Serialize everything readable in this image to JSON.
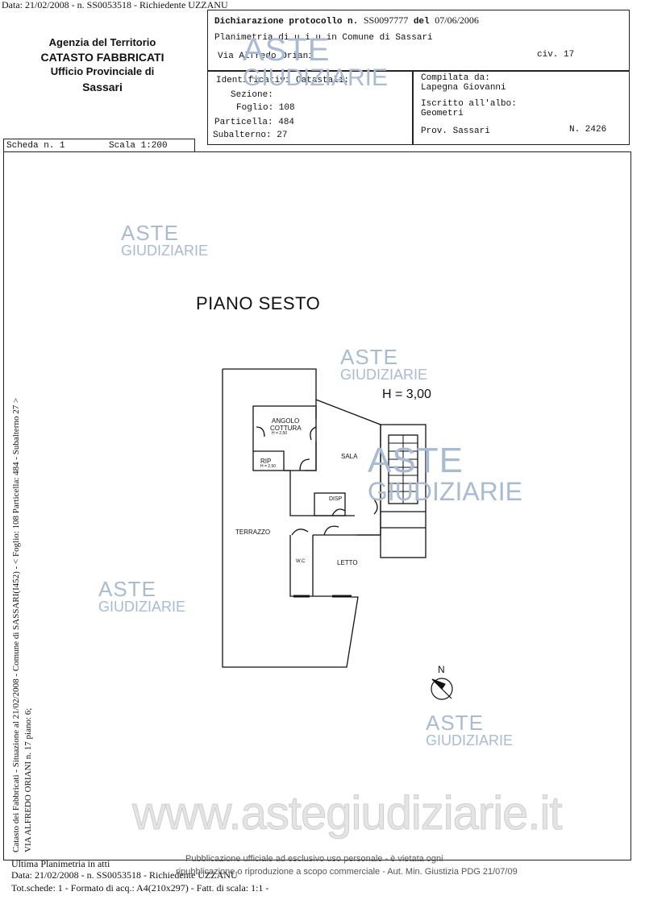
{
  "header_line": "Data: 21/02/2008 -  n. SS0053518 - Richiedente UZZANU",
  "agency": {
    "line1": "Agenzia del Territorio",
    "line2": "CATASTO FABBRICATI",
    "line3": "Ufficio Provinciale di",
    "line4": "Sassari"
  },
  "declaration": {
    "label": "Dichiarazione protocollo n.",
    "number": "SS0097777",
    "del": "del",
    "date": "07/06/2006",
    "planimetria": "Planimetria di u.i.u.in Comune di Sassari",
    "address": "Via Alfredo Oriani",
    "civ": "civ. 17"
  },
  "identifiers": {
    "title": "Identificativi Catastali:",
    "sezione": "Sezione:",
    "foglio": "Foglio: 108",
    "particella": "Particella: 484",
    "subalterno": "Subalterno: 27"
  },
  "compiler": {
    "compilata": "Compilata da:",
    "name": "Lapegna Giovanni",
    "iscritto": "Iscritto all'albo:",
    "albo": "Geometri",
    "prov": "Prov. Sassari",
    "n": "N.  2426"
  },
  "scheda": {
    "label": "Scheda n. 1",
    "scala": "Scala 1:200"
  },
  "plan": {
    "title": "PIANO SESTO",
    "height": "H = 3,00",
    "rooms": {
      "angolo": "ANGOLO",
      "cottura": "COTTURA",
      "cottura_h": "H = 2,50",
      "rip": "RIP",
      "rip_h": "H = 2,50",
      "sala": "SALA",
      "disp": "DISP",
      "terrazzo": "TERRAZZO",
      "wc": "W.C",
      "letto": "LETTO"
    },
    "north": "N"
  },
  "watermark": {
    "aste": "ASTE",
    "giudiziarie": "GIUDIZIARIE",
    "site": "www.astegiudiziarie.it"
  },
  "side_text": {
    "line1": "Catasto dei Fabbricati - Situazione al 21/02/2008 - Comune di SASSARI(I452) - < Foglio: 108 Particella: 484 - Subalterno 27 >",
    "line2": "VIA ALFREDO ORIANI n. 17 piano: 6;"
  },
  "footer": {
    "ultima": "Ultima Planimetria in atti",
    "line1": "Data: 21/02/2008 -  n. SS0053518 - Richiedente UZZANU",
    "line2": "Tot.schede: 1 - Formato di acq.: A4(210x297) - Fatt. di scala: 1:1  -",
    "pub1": "Pubblicazione ufficiale ad esclusivo uso personale - è vietata ogni",
    "pub2": "ripubblicazione o riproduzione a scopo commerciale - Aut. Min. Giustizia PDG 21/07/09"
  }
}
